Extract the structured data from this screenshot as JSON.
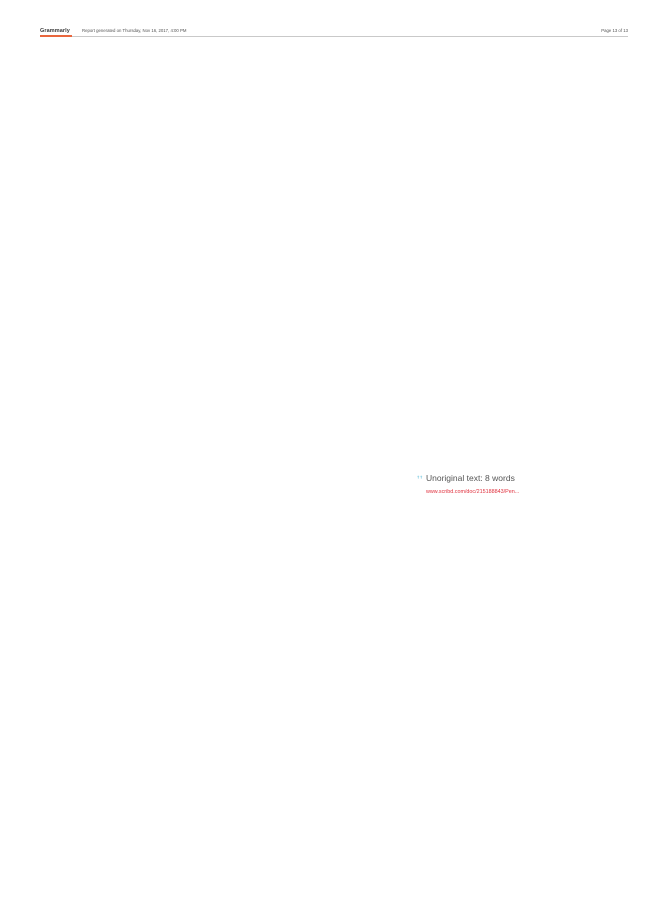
{
  "header": {
    "brand": "Grammarly",
    "report_info": "Report generated on Thursday, Nov 16, 2017, 4:00 PM",
    "page_number": "Page 13 of 13",
    "accent_color": "#e9663d"
  },
  "source": {
    "quote_icon": "quote-icon",
    "unoriginal_text": "Unoriginal text: 8 words",
    "link_text": "www.scribd.com/doc/215188843/Pen...",
    "link_color": "#e0303d",
    "icon_color": "#9fd8e8"
  }
}
